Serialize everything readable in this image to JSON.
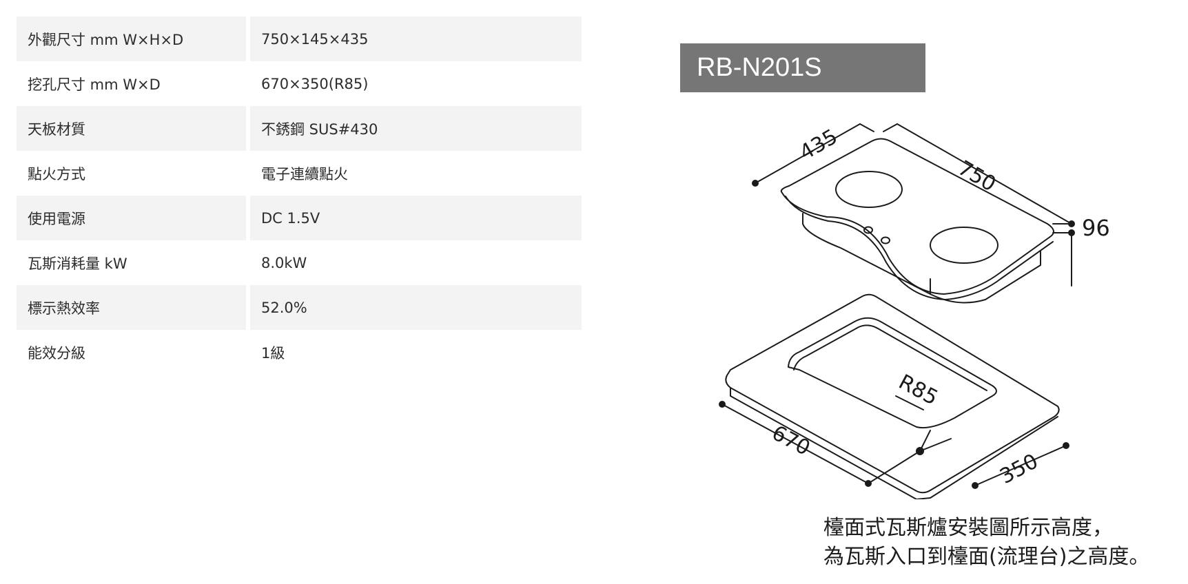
{
  "specs": [
    {
      "label": "外觀尺寸 mm W×H×D",
      "value": "750×145×435"
    },
    {
      "label": "挖孔尺寸 mm W×D",
      "value": "670×350(R85)"
    },
    {
      "label": "天板材質",
      "value": "不銹鋼 SUS#430"
    },
    {
      "label": "點火方式",
      "value": "電子連續點火"
    },
    {
      "label": "使用電源",
      "value": "DC 1.5V"
    },
    {
      "label": "瓦斯消耗量 kW",
      "value": "8.0kW"
    },
    {
      "label": "標示熱效率",
      "value": "52.0%"
    },
    {
      "label": "能效分級",
      "value": "1級"
    }
  ],
  "model": "RB-N201S",
  "diagram": {
    "dim_depth": "435",
    "dim_width": "750",
    "dim_height": "96",
    "cut_radius": "R85",
    "cut_width": "670",
    "cut_depth": "350"
  },
  "note": {
    "line1": "檯面式瓦斯爐安裝圖所示高度，",
    "line2": "為瓦斯入口到檯面(流理台)之高度。"
  }
}
